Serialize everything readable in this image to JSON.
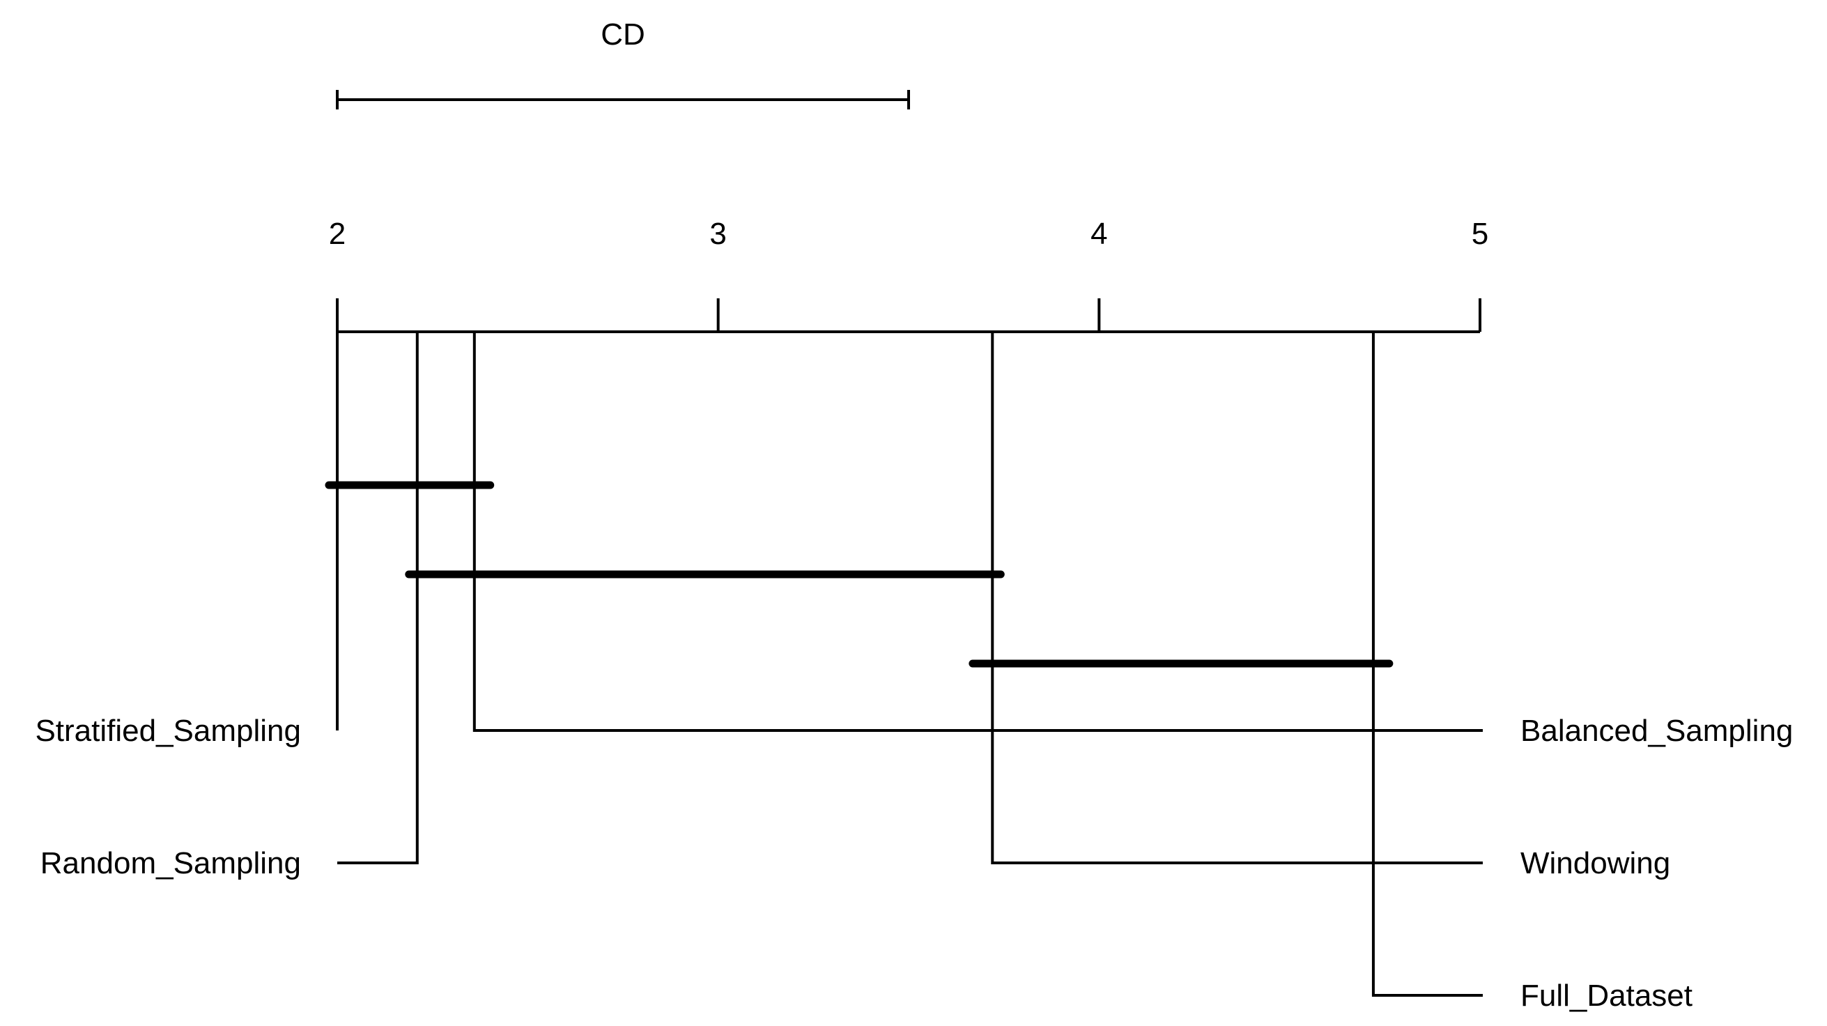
{
  "chart_data": {
    "type": "critical-difference-diagram",
    "cd_label": "CD",
    "cd_value": 1.5,
    "axis": {
      "min": 2,
      "max": 5,
      "ticks": [
        "2",
        "3",
        "4",
        "5"
      ],
      "tick_values": [
        2,
        3,
        4,
        5
      ]
    },
    "methods": [
      {
        "name": "Stratified_Sampling",
        "rank": 2.0,
        "side": "left"
      },
      {
        "name": "Random_Sampling",
        "rank": 2.21,
        "side": "left"
      },
      {
        "name": "Balanced_Sampling",
        "rank": 2.36,
        "side": "right"
      },
      {
        "name": "Windowing",
        "rank": 3.72,
        "side": "right"
      },
      {
        "name": "Full_Dataset",
        "rank": 4.72,
        "side": "right"
      }
    ],
    "cliques": [
      [
        2.0,
        2.38
      ],
      [
        2.21,
        3.72
      ],
      [
        3.69,
        4.74
      ]
    ],
    "grid": false,
    "legend": "none"
  }
}
